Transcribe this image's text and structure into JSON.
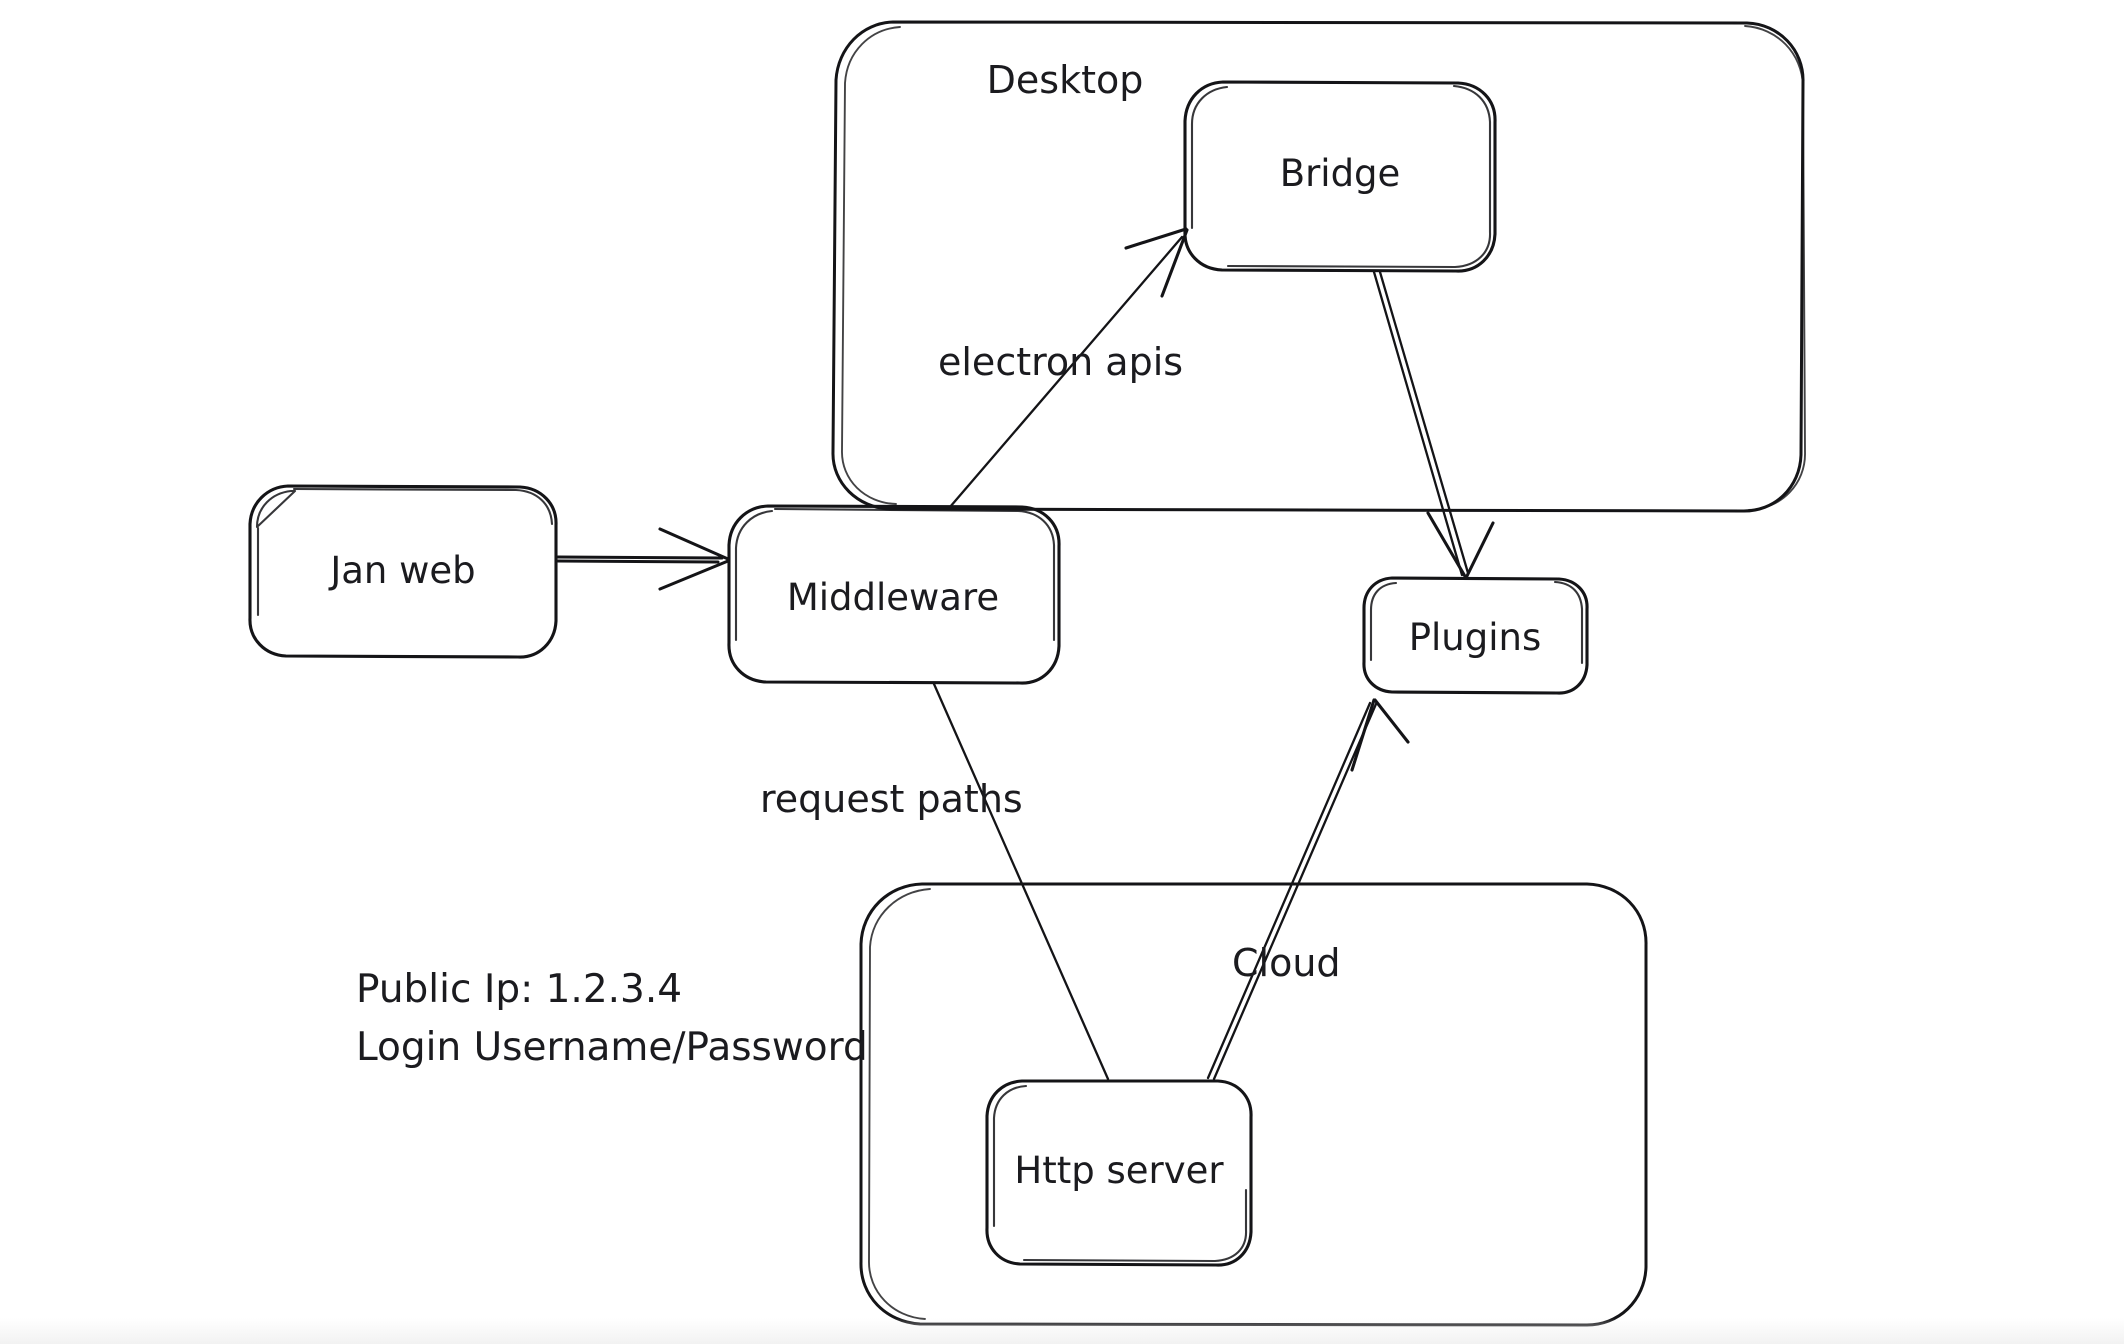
{
  "diagram": {
    "title": "Jan architecture sketch",
    "background_color": "#ffffff",
    "stroke_color": "#141417",
    "text_color": "#1b1b1f",
    "groups": [
      {
        "id": "desktop",
        "label": "Desktop"
      },
      {
        "id": "cloud",
        "label": ""
      }
    ],
    "nodes": [
      {
        "id": "jan-web",
        "label": "Jan web"
      },
      {
        "id": "middleware",
        "label": "Middleware"
      },
      {
        "id": "bridge",
        "label": "Bridge"
      },
      {
        "id": "plugins",
        "label": "Plugins"
      },
      {
        "id": "http-server",
        "label": "Http server"
      }
    ],
    "edges": [
      {
        "id": "janweb-to-middleware",
        "from": "Jan web",
        "to": "Middleware",
        "label": ""
      },
      {
        "id": "middleware-to-bridge",
        "from": "Middleware",
        "to": "Bridge",
        "label": "electron apis"
      },
      {
        "id": "bridge-to-plugins",
        "from": "Bridge",
        "to": "Plugins",
        "label": ""
      },
      {
        "id": "middleware-to-httpserver",
        "from": "Middleware",
        "to": "Http server",
        "label": "request paths"
      },
      {
        "id": "httpserver-to-plugins",
        "from": "Http server",
        "to": "Plugins",
        "label": "Cloud"
      }
    ],
    "notes": {
      "public_ip_line": "Public Ip: 1.2.3.4",
      "login_line": "Login Username/Password"
    }
  }
}
